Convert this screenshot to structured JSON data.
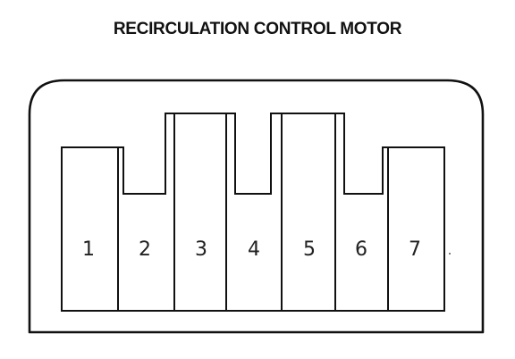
{
  "title": "RECIRCULATION CONTROL MOTOR",
  "pins": [
    {
      "label": "1"
    },
    {
      "label": "2"
    },
    {
      "label": "3"
    },
    {
      "label": "4"
    },
    {
      "label": "5"
    },
    {
      "label": "6"
    },
    {
      "label": "7"
    }
  ],
  "colors": {
    "line": "#111111",
    "background": "#ffffff",
    "text": "#222222"
  }
}
